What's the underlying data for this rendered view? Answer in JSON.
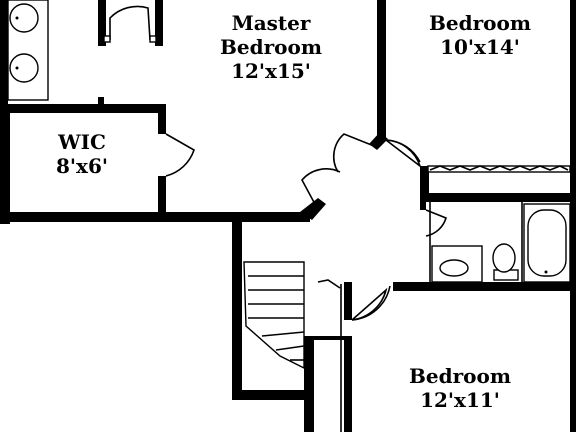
{
  "rooms": {
    "master": {
      "name_line1": "Master",
      "name_line2": "Bedroom",
      "size": "12'x15'"
    },
    "bedroom_upper_right": {
      "name": "Bedroom",
      "size": "10'x14'"
    },
    "wic": {
      "name": "WIC",
      "size": "8'x6'"
    },
    "bedroom_lower_right": {
      "name": "Bedroom",
      "size": "12'x11'"
    }
  },
  "colors": {
    "wall": "#000000",
    "background": "#ffffff"
  }
}
